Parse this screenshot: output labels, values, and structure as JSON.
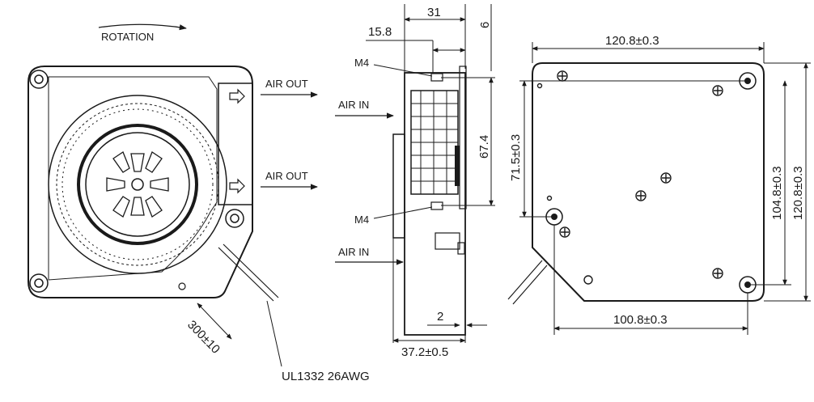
{
  "front_view": {
    "rotation_label": "ROTATION",
    "air_out_top": "AIR OUT",
    "air_out_bottom": "AIR OUT",
    "cable_length": "300±10",
    "cable_spec": "UL1332 26AWG"
  },
  "side_view": {
    "dim_total_width": "31",
    "dim_tab": "6",
    "dim_hole_offset": "15.8",
    "screw_top": "M4",
    "screw_bottom": "M4",
    "air_in_top": "AIR IN",
    "air_in_bottom": "AIR IN",
    "dim_hole_pitch": "67.4",
    "dim_flange": "2",
    "dim_overall_depth": "37.2±0.5"
  },
  "rear_view": {
    "dim_width": "120.8±0.3",
    "dim_hole_height_left": "71.5±0.3",
    "dim_hole_height_right": "104.8±0.3",
    "dim_height": "120.8±0.3",
    "dim_bottom_width": "100.8±0.3"
  },
  "colors": {
    "line": "#1a1a1a",
    "background": "#ffffff"
  }
}
